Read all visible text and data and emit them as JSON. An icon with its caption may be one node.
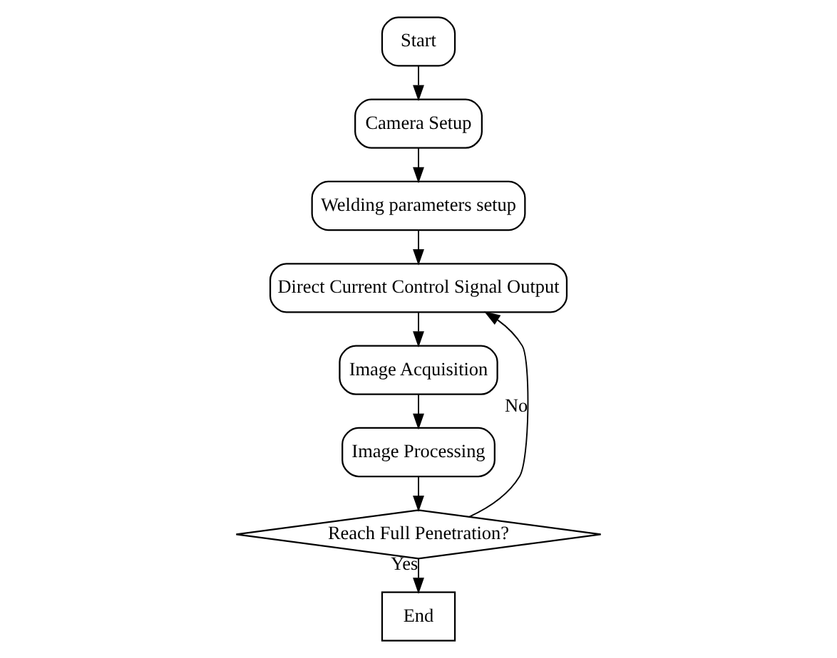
{
  "diagram": {
    "nodes": [
      {
        "text": [
          "Start"
        ]
      },
      {
        "text": [
          "Camera Setup"
        ]
      },
      {
        "text": [
          "Welding parameters setup"
        ]
      },
      {
        "text": [
          "Direct Current Control Signal Output"
        ]
      },
      {
        "text": [
          "Image Acquisition"
        ]
      },
      {
        "text": [
          "Image Processing"
        ]
      },
      {
        "text": [
          "Reach Full Penetration?"
        ]
      },
      {
        "text": [
          "End"
        ]
      }
    ],
    "edges": [
      {
        "from": 0,
        "to": 1,
        "arrow": "to"
      },
      {
        "from": 1,
        "to": 2,
        "arrow": "to"
      },
      {
        "from": 2,
        "to": 3,
        "arrow": "to"
      },
      {
        "from": 3,
        "to": 4,
        "arrow": "to"
      },
      {
        "from": 4,
        "to": 5,
        "arrow": "to"
      },
      {
        "from": 5,
        "to": 6,
        "arrow": "to"
      },
      {
        "from": 6,
        "to": 7,
        "arrow": "to",
        "label": "Yes"
      },
      {
        "from": 6,
        "to": 3,
        "arrow": "to",
        "label": "No"
      }
    ]
  }
}
